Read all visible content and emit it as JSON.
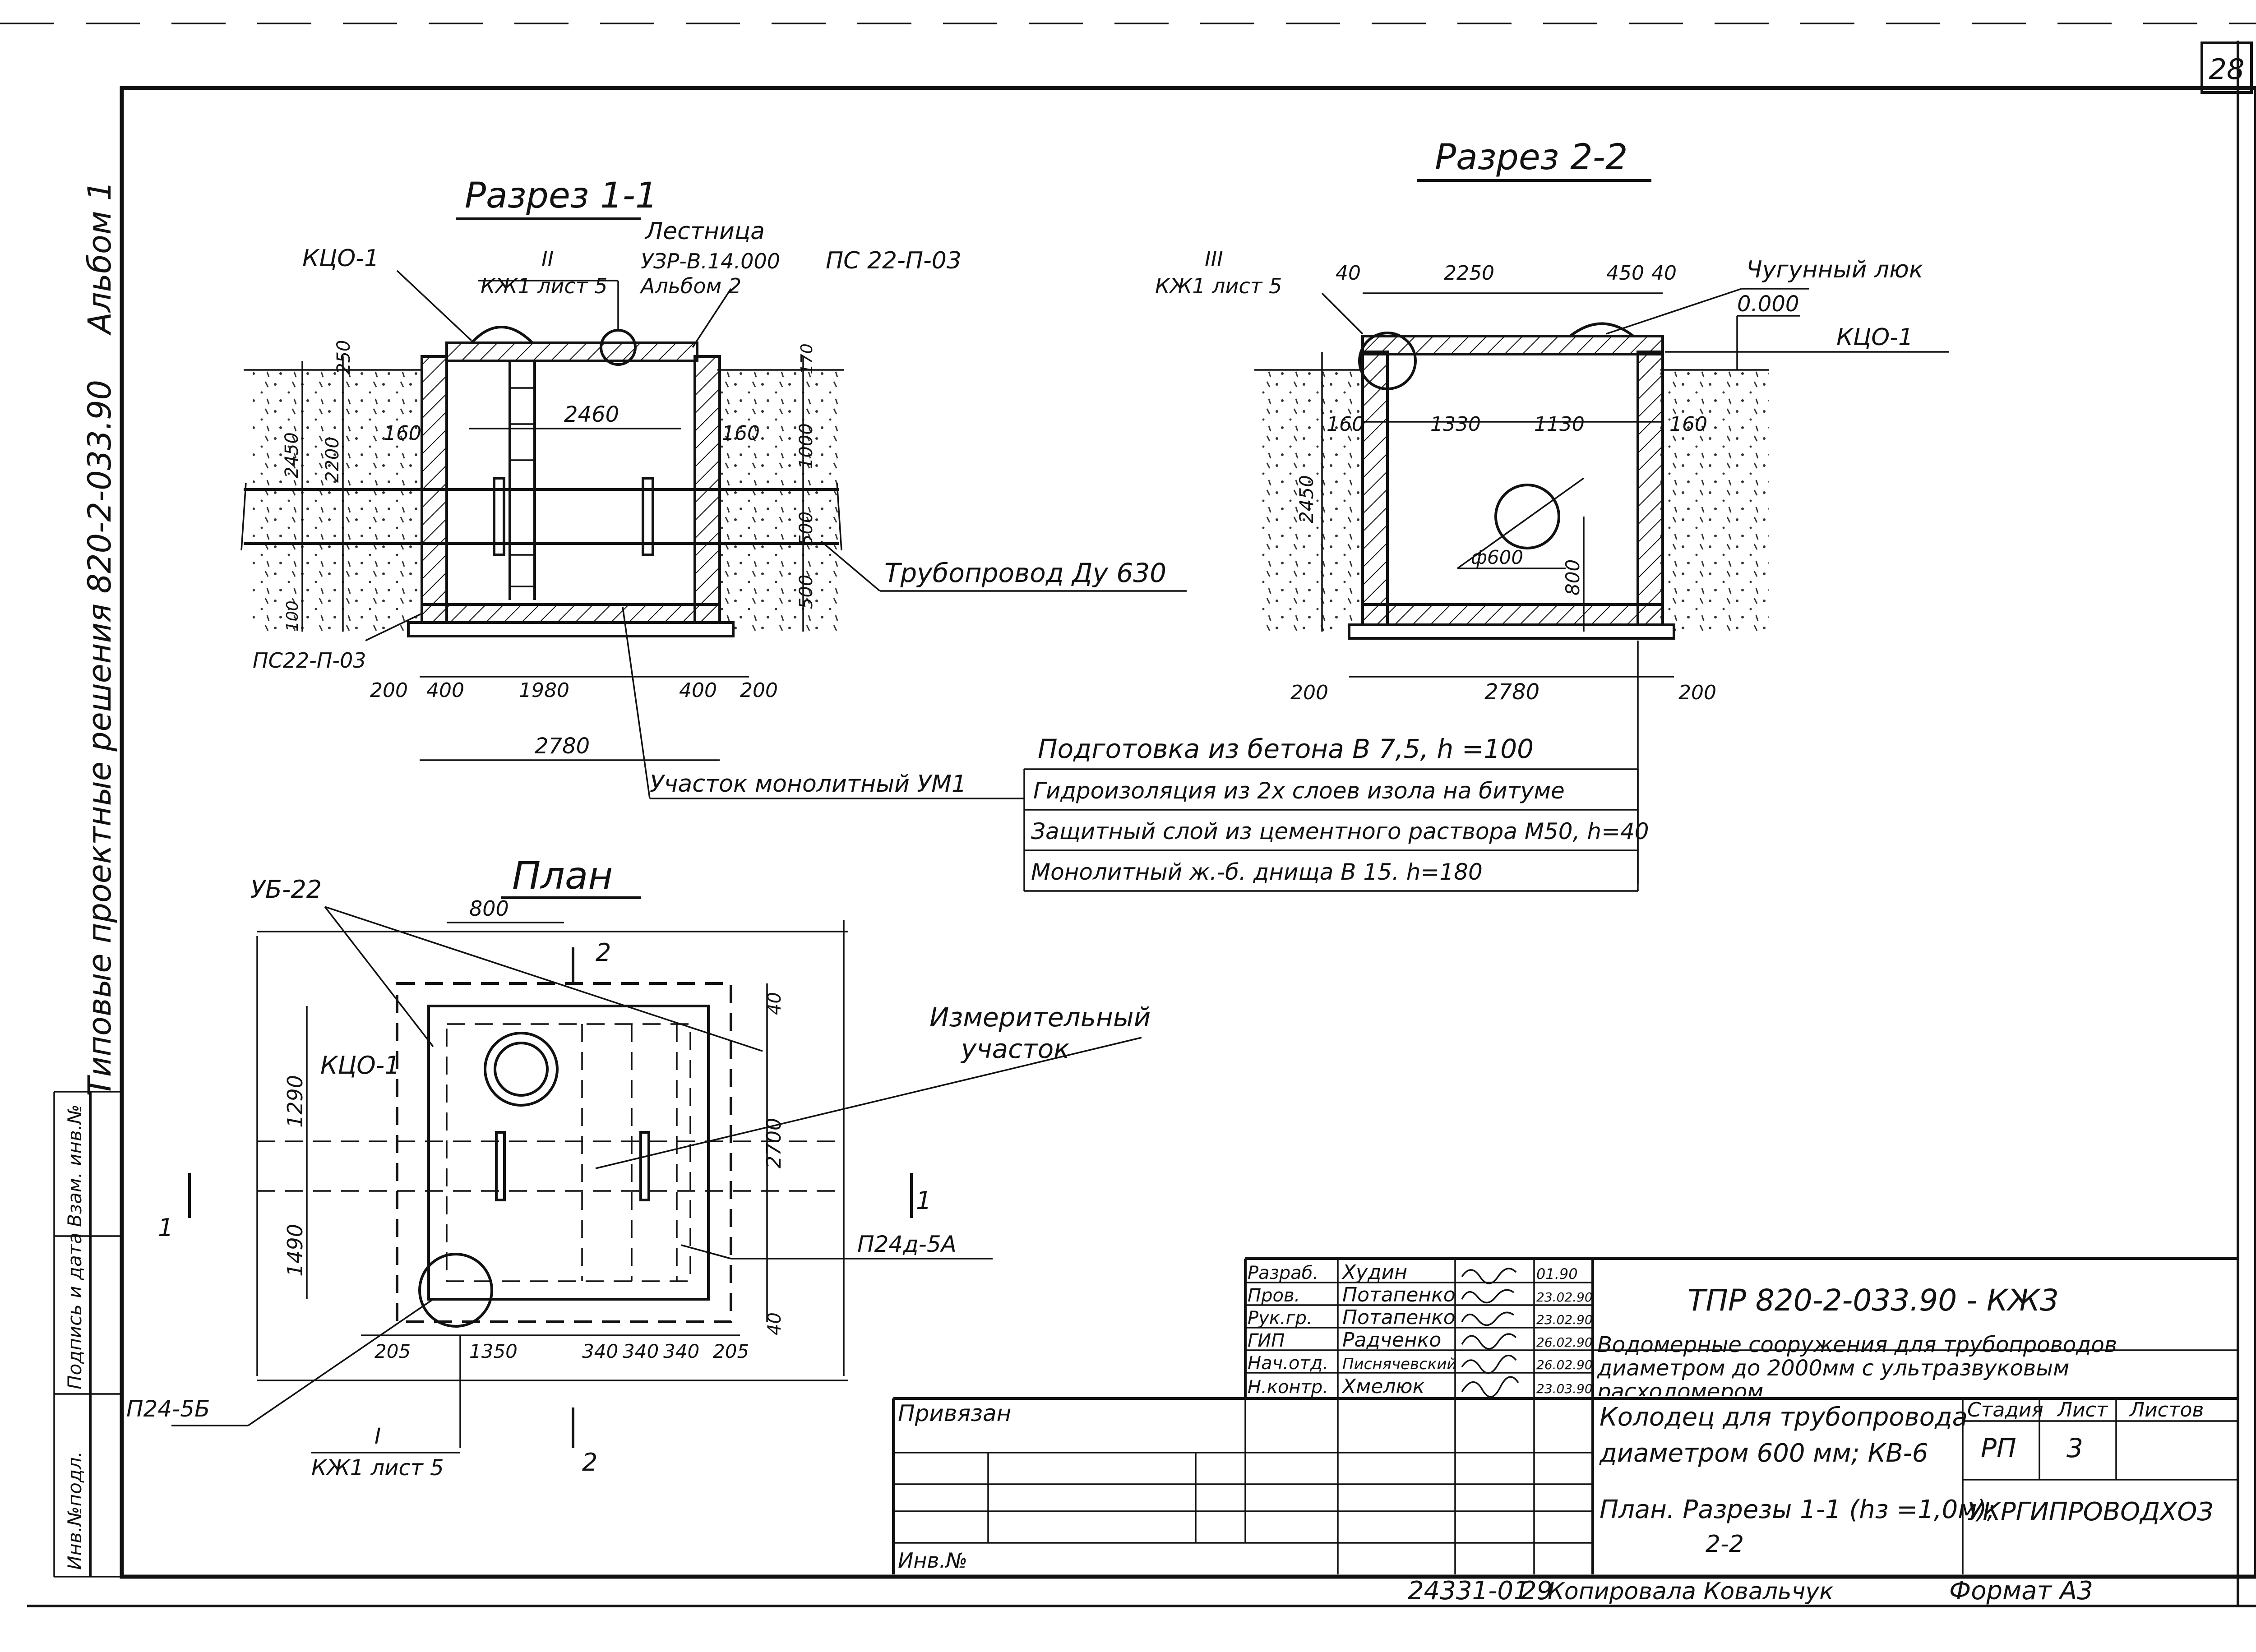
{
  "sheet_number": "28",
  "side_labels": {
    "album": "Альбом 1",
    "series": "Типовые проектные решения 820-2-033.90",
    "vzam": "Взам. инв.№",
    "podpis": "Подпись и дата",
    "inv_podl": "Инв.№подл."
  },
  "section11": {
    "title": "Разрез 1-1",
    "kco": "КЦО-1",
    "ref_num": "II",
    "ref_sheet": "КЖ1 лист 5",
    "ladder": "Лестница",
    "ladder_code": "УЗР-В.14.000",
    "ladder_album": "Альбом 2",
    "slab": "ПС 22-П-03",
    "slab_bottom": "ПС22-П-03",
    "pipe": "Трубопровод Ду 630",
    "mono": "Участок монолитный УМ1",
    "d250": "250",
    "d2450": "2450",
    "d2200": "2200",
    "d100": "100",
    "d160a": "160",
    "d2460": "2460",
    "d160b": "160",
    "d170": "170",
    "d1000": "1000",
    "d500a": "500",
    "d500b": "500",
    "d200a": "200",
    "d400a": "400",
    "d1980": "1980",
    "d400b": "400",
    "d200b": "200",
    "d2780": "2780"
  },
  "section22": {
    "title": "Разрез 2-2",
    "ref_num": "III",
    "ref_sheet": "КЖ1 лист 5",
    "hatch": "Чугунный люк",
    "level": "0.000",
    "kco": "КЦО-1",
    "d40a": "40",
    "d2250": "2250",
    "d450": "450",
    "d40b": "40",
    "d160a": "160",
    "d1330": "1330",
    "d1130": "1130",
    "d160b": "160",
    "d2450": "2450",
    "d600": "ф600",
    "d800": "800",
    "d200a": "200",
    "d2780": "2780",
    "d200b": "200"
  },
  "layers": [
    "Подготовка из бетона B 7,5, h =100",
    "Гидроизоляция из 2х слоев изола на битуме",
    "Защитный слой из цементного раствора М50, h=40",
    "Монолитный ж.-б. днища В 15. h=180"
  ],
  "plan": {
    "title": "План",
    "ub": "УБ-22",
    "d800": "800",
    "cut2_top": "2",
    "cut2_bottom": "2",
    "kco": "КЦО-1",
    "d1290": "1290",
    "d1490": "1490",
    "d40a": "40",
    "d2700": "2700",
    "d40b": "40",
    "measuring": "Измерительный",
    "measuring2": "участок",
    "cut1_left": "1",
    "cut1_right": "1",
    "p24d": "П24д-5А",
    "p24_5b": "П24-5Б",
    "d205a": "205",
    "d1350": "1350",
    "d340a": "340",
    "d340b": "340",
    "d340c": "340",
    "d205b": "205",
    "ref_num": "I",
    "ref_sheet": "КЖ1 лист 5"
  },
  "title_block": {
    "code": "ТПР 820-2-033.90 - КЖ3",
    "project": "Водомерные сооружения для трубопроводов диаметром до 2000мм с ультразвуковым расходомером",
    "object_l1": "Колодец для трубопровода",
    "object_l2": "диаметром 600 мм; КВ-6",
    "sheet_title_l1": "План. Разрезы 1-1 (hз =1,0м);",
    "sheet_title_l2": "2-2",
    "stage_h": "Стадия",
    "sheet_h": "Лист",
    "sheets_h": "Листов",
    "stage": "РП",
    "sheet": "3",
    "org": "УКРГИПРОВОДХОЗ",
    "privyazan": "Привязан",
    "inv_no": "Инв.№",
    "copied": "Копировала Ковальчук",
    "format": "Формат А3",
    "doc_no": "24331-01",
    "doc_page": "29",
    "staff": [
      {
        "role": "Разраб.",
        "name": "Худин",
        "date": "01.90"
      },
      {
        "role": "Пров.",
        "name": "Потапенко",
        "date": "23.02.90"
      },
      {
        "role": "Рук.гр.",
        "name": "Потапенко",
        "date": "23.02.90"
      },
      {
        "role": "ГИП",
        "name": "Радченко",
        "date": "26.02.90"
      },
      {
        "role": "Нач.отд.",
        "name": "Писнячевский",
        "date": "26.02.90"
      },
      {
        "role": "Н.контр.",
        "name": "Хмелюк",
        "date": "23.03.90"
      }
    ]
  }
}
